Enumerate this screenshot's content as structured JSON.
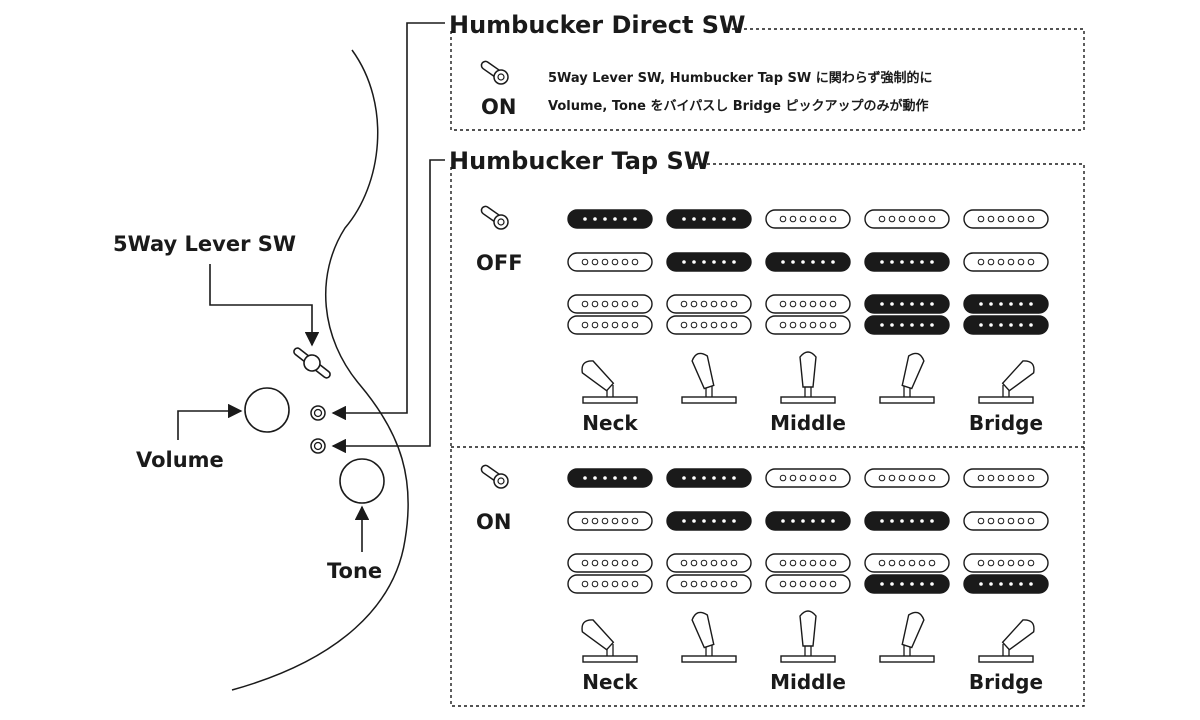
{
  "direct_sw": {
    "title": "Humbucker Direct SW",
    "state": "ON",
    "line1": "5Way Lever SW, Humbucker Tap SW に関わらず強制的に",
    "line2": "Volume, Tone をバイパスし Bridge ピックアップのみが動作"
  },
  "tap_sw": {
    "title": "Humbucker Tap SW",
    "panels": [
      {
        "state": "OFF",
        "rows": [
          {
            "kind": "single",
            "active": [
              true,
              true,
              false,
              false,
              false
            ]
          },
          {
            "kind": "single",
            "active": [
              false,
              true,
              true,
              true,
              false
            ]
          },
          {
            "kind": "humbucker",
            "top": [
              false,
              false,
              false,
              true,
              true
            ],
            "bottom": [
              false,
              false,
              false,
              true,
              true
            ]
          }
        ],
        "lever_positions": [
          "Neck",
          "",
          "Middle",
          "",
          "Bridge"
        ]
      },
      {
        "state": "ON",
        "rows": [
          {
            "kind": "single",
            "active": [
              true,
              true,
              false,
              false,
              false
            ]
          },
          {
            "kind": "single",
            "active": [
              false,
              true,
              true,
              true,
              false
            ]
          },
          {
            "kind": "humbucker",
            "top": [
              false,
              false,
              false,
              false,
              false
            ],
            "bottom": [
              false,
              false,
              false,
              true,
              true
            ]
          }
        ],
        "lever_positions": [
          "Neck",
          "",
          "Middle",
          "",
          "Bridge"
        ]
      }
    ]
  },
  "body_labels": {
    "lever_sw": "5Way Lever SW",
    "volume": "Volume",
    "tone": "Tone"
  },
  "icons": {
    "toggle": "toggle-switch-icon",
    "lever": "lever-switch-icon",
    "pickup": "pickup-icon"
  },
  "colors": {
    "ink": "#1a1a1a",
    "paper": "#ffffff"
  }
}
